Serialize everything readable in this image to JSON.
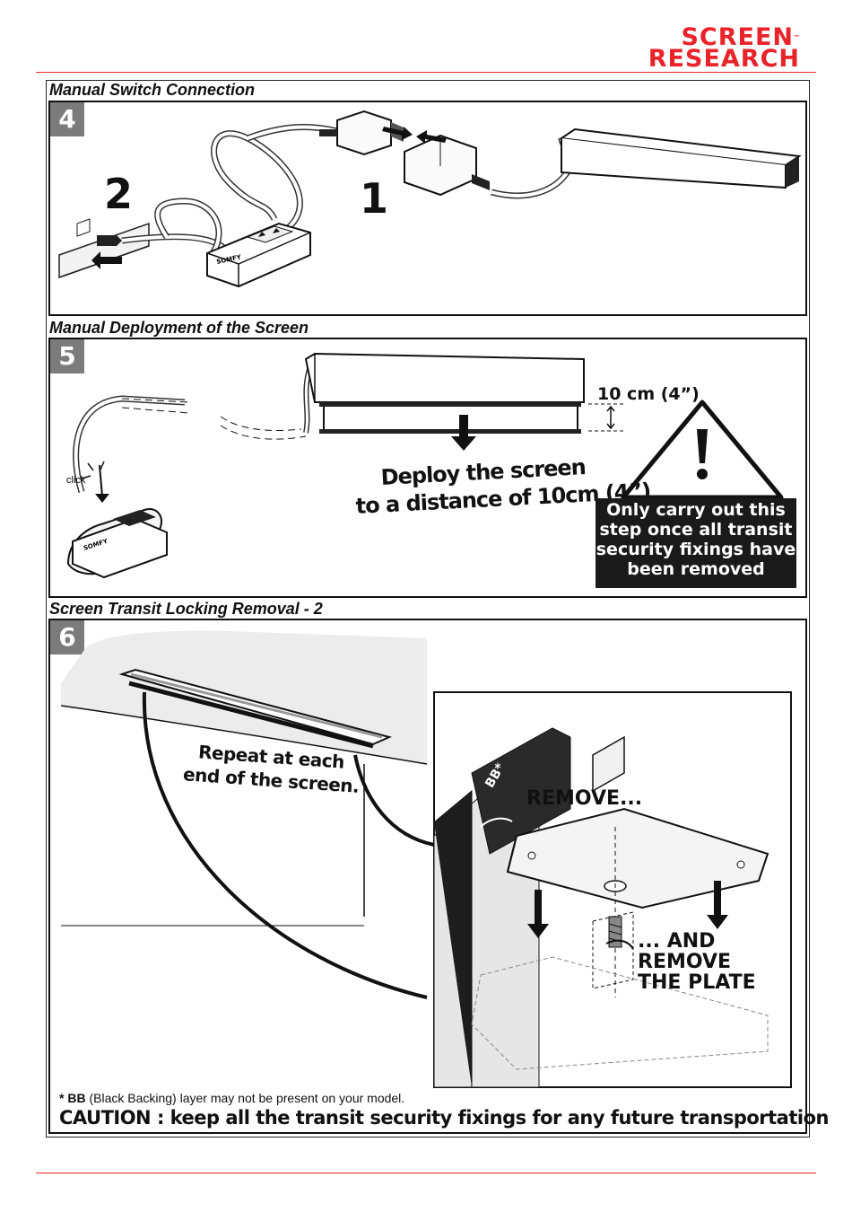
{
  "brand": {
    "line1": "SCREEN",
    "tm": "™",
    "line2": "RESEARCH",
    "color": "#e8242a"
  },
  "sections": [
    {
      "number": "4",
      "title": "Manual Switch Connection",
      "labels": {
        "step1": "1",
        "step2": "2",
        "switch_brand": "SOMFY"
      }
    },
    {
      "number": "5",
      "title": "Manual Deployment of the Screen",
      "labels": {
        "click": "click",
        "measure": "10 cm (4”)",
        "deploy_line1": "Deploy the screen",
        "deploy_line2": "to a distance of 10cm (4”)",
        "warning_icon": "exclamation-triangle-icon",
        "warning_text": [
          "Only carry out this",
          "step once all transit",
          "security fixings have",
          "been removed"
        ],
        "switch_brand": "SOMFY"
      }
    },
    {
      "number": "6",
      "title": "Screen Transit Locking Removal - 2",
      "labels": {
        "repeat_line1": "Repeat at each",
        "repeat_line2": "end of the screen.",
        "bb": "BB*",
        "remove": "REMOVE...",
        "and_remove": [
          "... AND",
          "REMOVE",
          "THE PLATE"
        ]
      }
    }
  ],
  "footnote": {
    "bold": "* BB",
    "text": " (Black Backing) layer may not be present on your model."
  },
  "caution": "CAUTION : keep all the transit security fixings for any future transportation"
}
